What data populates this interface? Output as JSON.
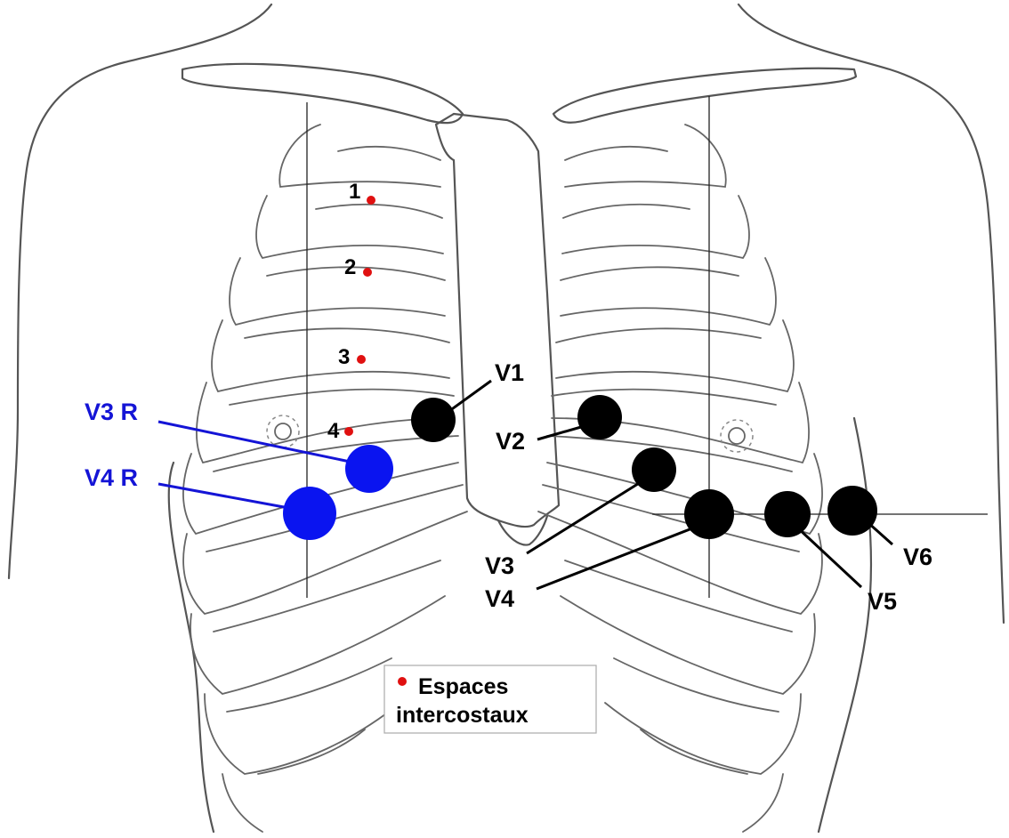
{
  "precordial_labels": {
    "v1": "V1",
    "v2": "V2",
    "v3": "V3",
    "v4": "V4",
    "v5": "V5",
    "v6": "V6"
  },
  "right_sided_labels": {
    "v3r": "V3 R",
    "v4r": "V4 R"
  },
  "intercostal_numbers": [
    "1",
    "2",
    "3",
    "4"
  ],
  "legend": {
    "line1": "Espaces",
    "line2": "intercostaux"
  },
  "colors": {
    "electrode_standard": "#000000",
    "electrode_right": "#0a14f0",
    "intercostal_marker": "#e01010",
    "right_label": "#1414d6"
  }
}
